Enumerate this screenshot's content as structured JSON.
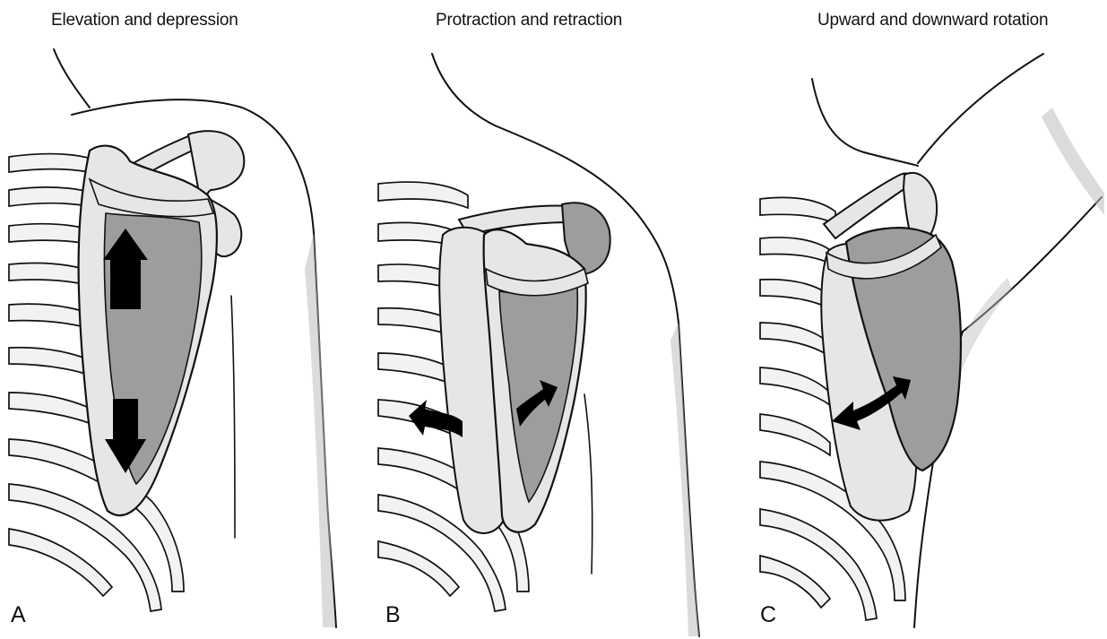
{
  "figure": {
    "panels": [
      {
        "letter": "A",
        "title": "Elevation and depression",
        "motion": "vertical-arrows"
      },
      {
        "letter": "B",
        "title": "Protraction and retraction",
        "motion": "lateral-curved-arrows"
      },
      {
        "letter": "C",
        "title": "Upward and downward rotation",
        "motion": "rotation-double-arrow"
      }
    ]
  },
  "colors": {
    "background": "#ffffff",
    "outline": "#111111",
    "bone_light": "#e6e6e6",
    "bone_dark": "#9d9d9d",
    "arrow": "#000000",
    "skin_shade": "#bdbdbd"
  }
}
